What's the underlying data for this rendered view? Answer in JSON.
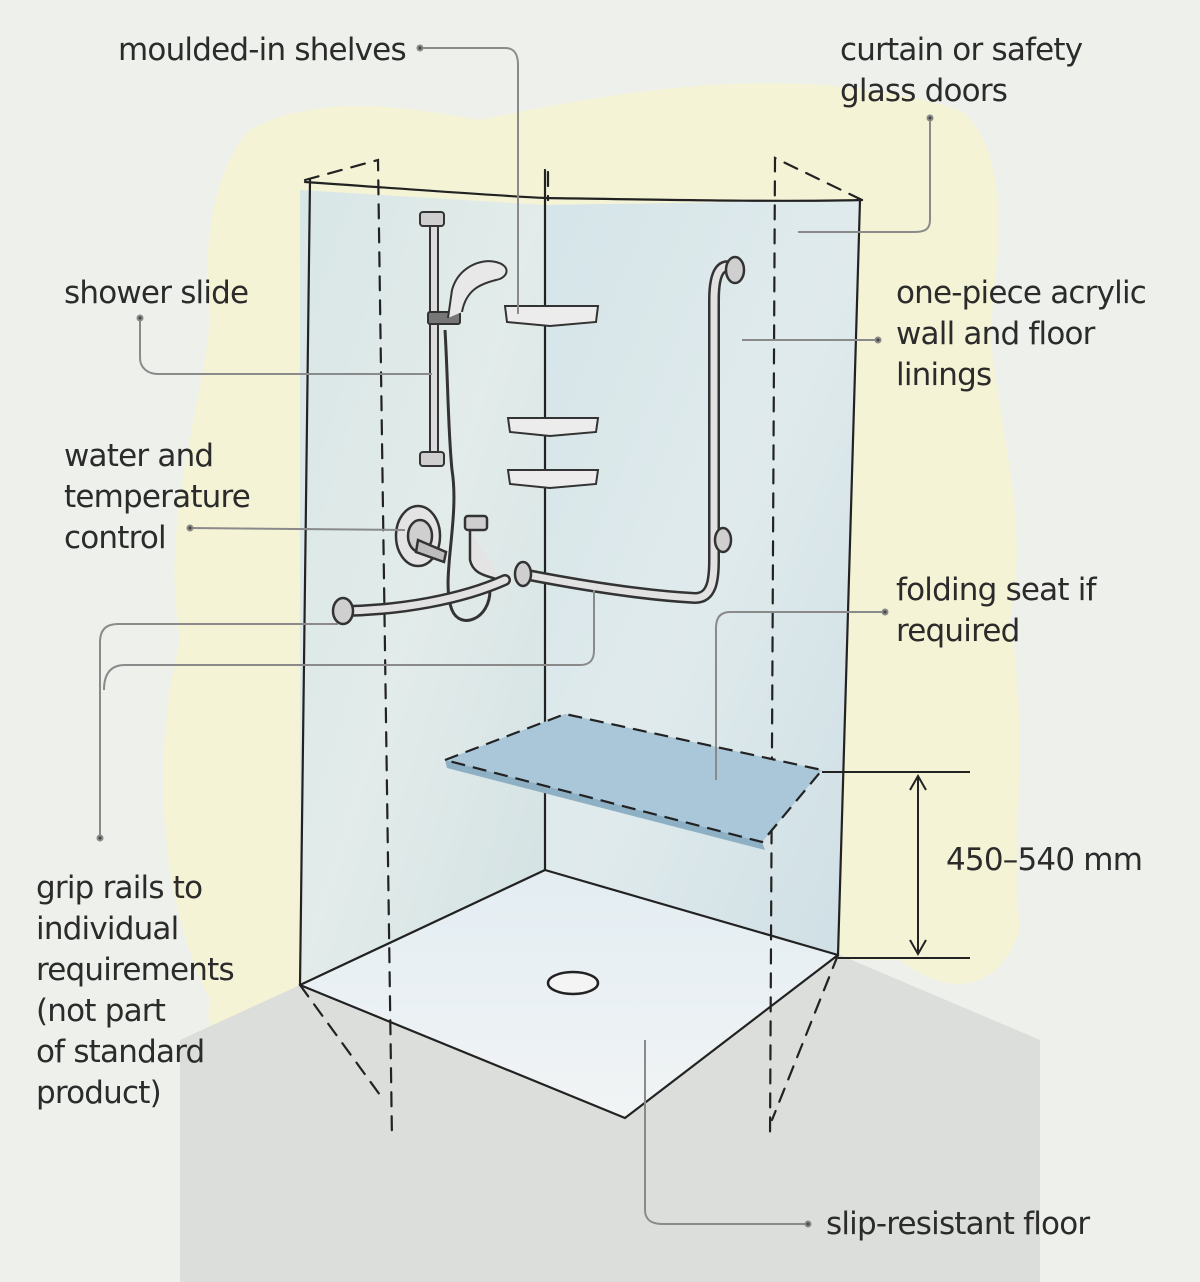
{
  "labels": {
    "moulded_shelves": "moulded-in shelves",
    "curtain_doors": [
      "curtain or safety",
      "glass doors"
    ],
    "shower_slide": "shower slide",
    "acrylic_linings": [
      "one-piece acrylic",
      "wall and floor",
      "linings"
    ],
    "water_control": [
      "water and",
      "temperature",
      "control"
    ],
    "folding_seat": [
      "folding seat if",
      "required"
    ],
    "seat_height": "450–540 mm",
    "grip_rails": [
      "grip rails to",
      "individual",
      "requirements",
      "(not part",
      "of standard",
      "product)"
    ],
    "slip_floor": "slip-resistant floor"
  },
  "colors": {
    "background": "#eef0ec",
    "wash_yellow": "#f5f3d6",
    "wall_blue": "#d8e7ef",
    "seat_blue": "#a9c7d8",
    "floor_shadow": "#d9dbd8",
    "ink": "#2b2b2b",
    "leader": "#8a8a8a"
  }
}
